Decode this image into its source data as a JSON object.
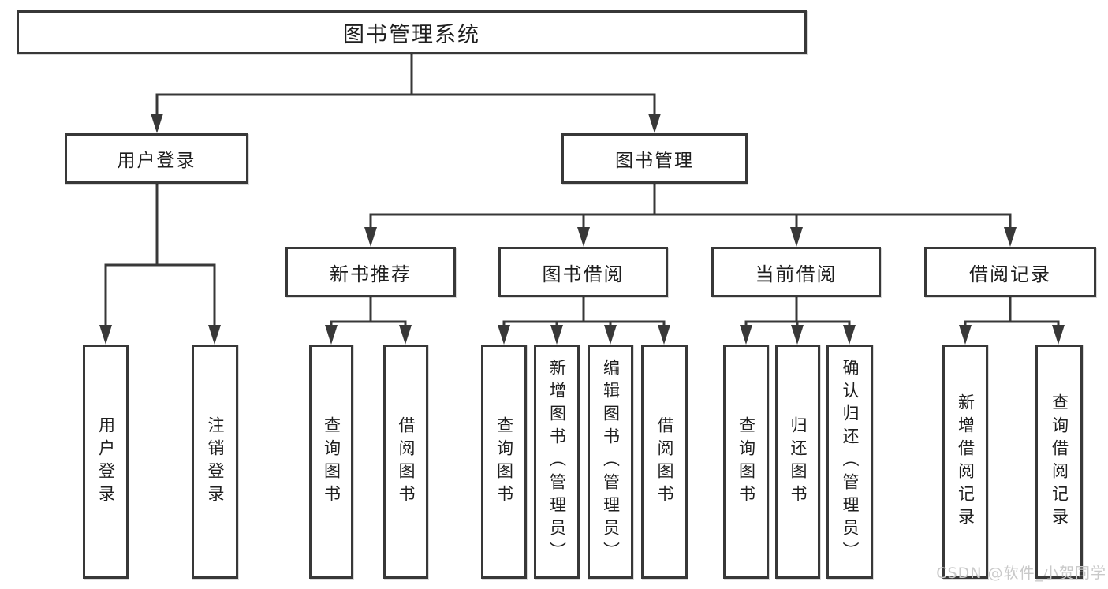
{
  "diagram": {
    "title": "图书管理系统",
    "root": {
      "label": "图书管理系统"
    },
    "level2": [
      {
        "label": "用户登录"
      },
      {
        "label": "图书管理"
      }
    ],
    "level3": [
      {
        "label": "新书推荐",
        "parent": "图书管理"
      },
      {
        "label": "图书借阅",
        "parent": "图书管理"
      },
      {
        "label": "当前借阅",
        "parent": "图书管理"
      },
      {
        "label": "借阅记录",
        "parent": "图书管理"
      }
    ],
    "leaves": [
      {
        "label": "用户登录",
        "parent": "用户登录"
      },
      {
        "label": "注销登录",
        "parent": "用户登录"
      },
      {
        "label": "查询图书",
        "parent": "新书推荐"
      },
      {
        "label": "借阅图书",
        "parent": "新书推荐"
      },
      {
        "label": "查询图书",
        "parent": "图书借阅"
      },
      {
        "label": "新增图书（管理员）",
        "parent": "图书借阅"
      },
      {
        "label": "编辑图书（管理员）",
        "parent": "图书借阅"
      },
      {
        "label": "借阅图书",
        "parent": "图书借阅"
      },
      {
        "label": "查询图书",
        "parent": "当前借阅"
      },
      {
        "label": "归还图书",
        "parent": "当前借阅"
      },
      {
        "label": "确认归还（管理员）",
        "parent": "当前借阅"
      },
      {
        "label": "新增借阅记录",
        "parent": "借阅记录"
      },
      {
        "label": "查询借阅记录",
        "parent": "借阅记录"
      }
    ],
    "watermark": "CSDN @软件_小贺同学",
    "colors": {
      "line": "#383838",
      "text": "#1f1f1f",
      "watermark": "#c9c9c9",
      "background": "#ffffff"
    }
  }
}
